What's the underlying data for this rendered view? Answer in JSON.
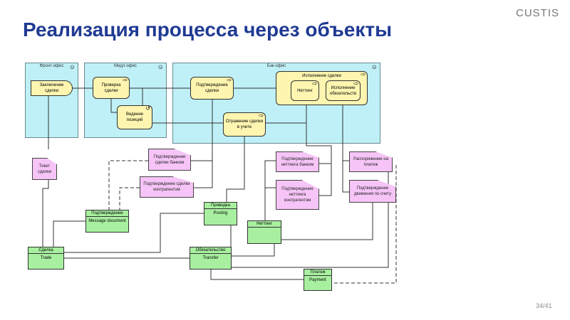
{
  "title": "Реализация процесса через объекты",
  "logo": "CUSTIS",
  "page": "34/41",
  "lanes": {
    "front": "Фронт-офис",
    "mid": "Мидл-офис",
    "back": "Бэк-офис"
  },
  "processes": {
    "deal": "Заключение сделки",
    "check": "Проверка сделки",
    "positions": "Ведение позиций",
    "confirm": "Подтверждение сделки",
    "execution": "Исполнение сделки",
    "netting": "Неттинг",
    "obligations": "Исполнение обязательств",
    "accounting": "Отражение сделки в учете"
  },
  "documents": {
    "ticket": "Тикет сделки",
    "conf_bank": "Подтверждение сделки банком",
    "conf_cp": "Подтверждение сделки контрагентом",
    "net_bank": "Подтверждение неттинга банком",
    "net_cp": "Подтверждение неттинга контрагентом",
    "pay_order": "Распоряжение на платеж",
    "acc_move": "Подтверждение движения по счету"
  },
  "classes": {
    "message": {
      "name": "Подтверждение",
      "en": "Message document"
    },
    "posting": {
      "name": "Проводка",
      "en": "Posting"
    },
    "netting": {
      "name": "Неттинг",
      "en": ""
    },
    "trade": {
      "name": "Сделка",
      "en": "Trade"
    },
    "transfer": {
      "name": "Обязательство",
      "en": "Transfer"
    },
    "payment": {
      "name": "Платеж",
      "en": "Payment"
    }
  }
}
